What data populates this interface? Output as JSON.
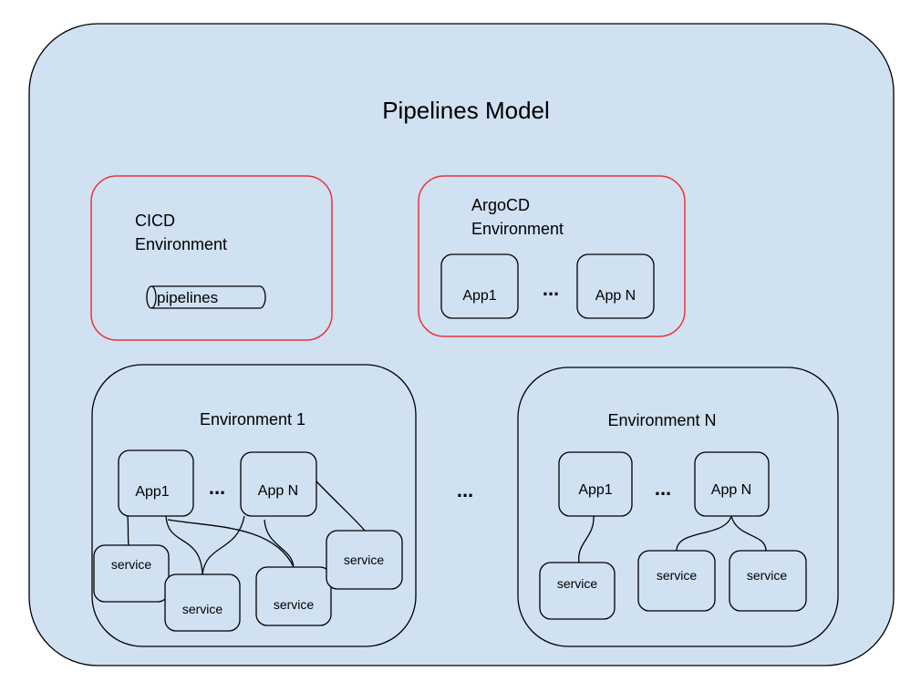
{
  "title": "Pipelines Model",
  "colors": {
    "fill": "#d0e1f2",
    "stroke": "#000000",
    "highlight_border": "#e8363b"
  },
  "cicd": {
    "label_line1": "CICD",
    "label_line2": "Environment",
    "pipelines": "pipelines"
  },
  "argocd": {
    "label_line1": "ArgoCD",
    "label_line2": "Environment",
    "app_first": "App1",
    "ellipsis": "...",
    "app_last": "App N"
  },
  "env1": {
    "label": "Environment 1",
    "app_first": "App1",
    "ellipsis": "...",
    "app_last": "App N",
    "services": [
      "service",
      "service",
      "service",
      "service"
    ]
  },
  "between_envs_ellipsis": "...",
  "envN": {
    "label": "Environment N",
    "app_first": "App1",
    "ellipsis": "...",
    "app_last": "App N",
    "services": [
      "service",
      "service",
      "service"
    ]
  }
}
